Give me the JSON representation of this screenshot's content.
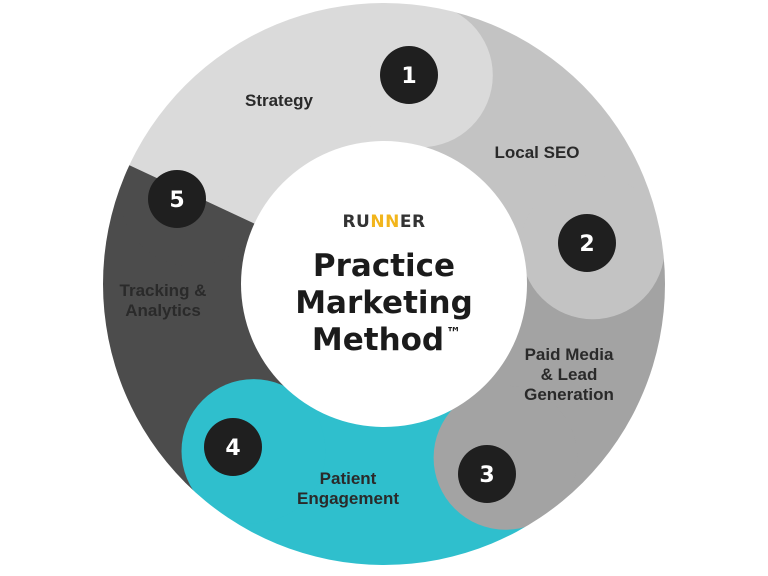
{
  "colors": {
    "segment_1": "#dadada",
    "segment_2": "#c3c3c3",
    "segment_3": "#a3a3a3",
    "segment_4": "#2fbfcd",
    "segment_5": "#4c4c4c",
    "badge": "#1f1f1f",
    "center": "#ffffff",
    "logo_accent": "#f2b51c"
  },
  "logo": {
    "text_left": "RU",
    "text_accent": "NN",
    "text_right": "ER"
  },
  "center": {
    "line1": "Practice",
    "line2": "Marketing",
    "line3": "Method",
    "tm": "™"
  },
  "segments": [
    {
      "number": "1",
      "label_lines": [
        "Strategy"
      ]
    },
    {
      "number": "2",
      "label_lines": [
        "Local SEO"
      ]
    },
    {
      "number": "3",
      "label_lines": [
        "Paid Media",
        "& Lead",
        "Generation"
      ]
    },
    {
      "number": "4",
      "label_lines": [
        "Patient",
        "Engagement"
      ]
    },
    {
      "number": "5",
      "label_lines": [
        "Tracking &",
        "Analytics"
      ]
    }
  ]
}
